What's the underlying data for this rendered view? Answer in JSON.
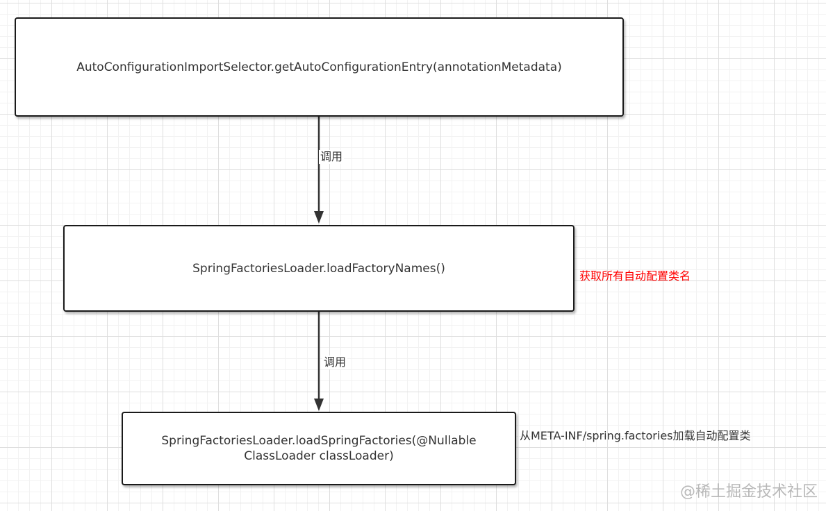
{
  "nodes": [
    {
      "label": "AutoConfigurationImportSelector.getAutoConfigurationEntry(annotationMetadata)"
    },
    {
      "label": "SpringFactoriesLoader.loadFactoryNames()"
    },
    {
      "label": "SpringFactoriesLoader.loadSpringFactories(@Nullable ClassLoader classLoader)"
    }
  ],
  "edges": [
    {
      "from": 0,
      "to": 1,
      "label": "调用"
    },
    {
      "from": 1,
      "to": 2,
      "label": "调用"
    }
  ],
  "annotations": [
    {
      "text": "获取所有自动配置类名",
      "color": "#ff0000"
    },
    {
      "text": "从META-INF/spring.factories加载自动配置类",
      "color": "#333333"
    }
  ],
  "watermark": "@稀土掘金技术社区",
  "colors": {
    "node_border": "#1a1a1a",
    "edge": "#333333",
    "grid": "#dedede"
  }
}
